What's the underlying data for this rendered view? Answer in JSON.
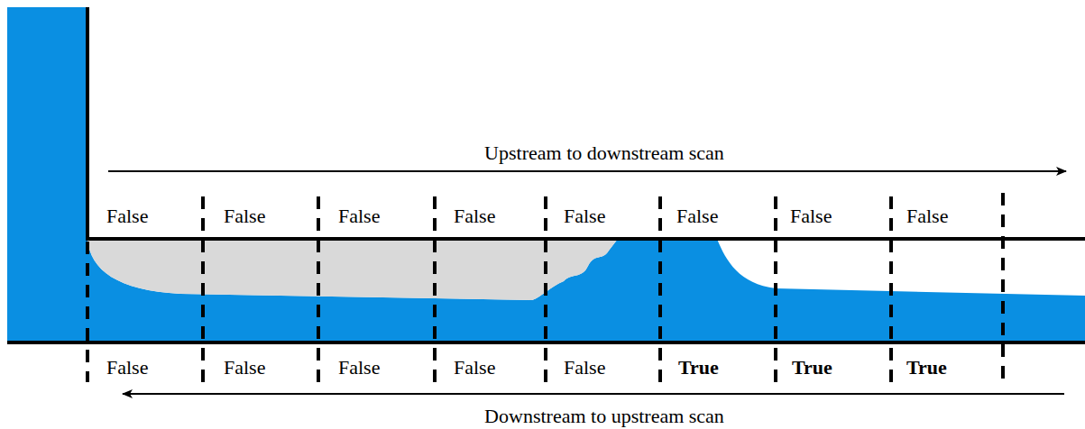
{
  "diagram": {
    "labels": [
      "Upstream to downstream scan",
      "False",
      "False",
      "False",
      "False",
      "False",
      "False",
      "False",
      "False",
      "False",
      "False",
      "False",
      "False",
      "False",
      "True",
      "True",
      "True",
      "Downstream to upstream scan"
    ]
  }
}
